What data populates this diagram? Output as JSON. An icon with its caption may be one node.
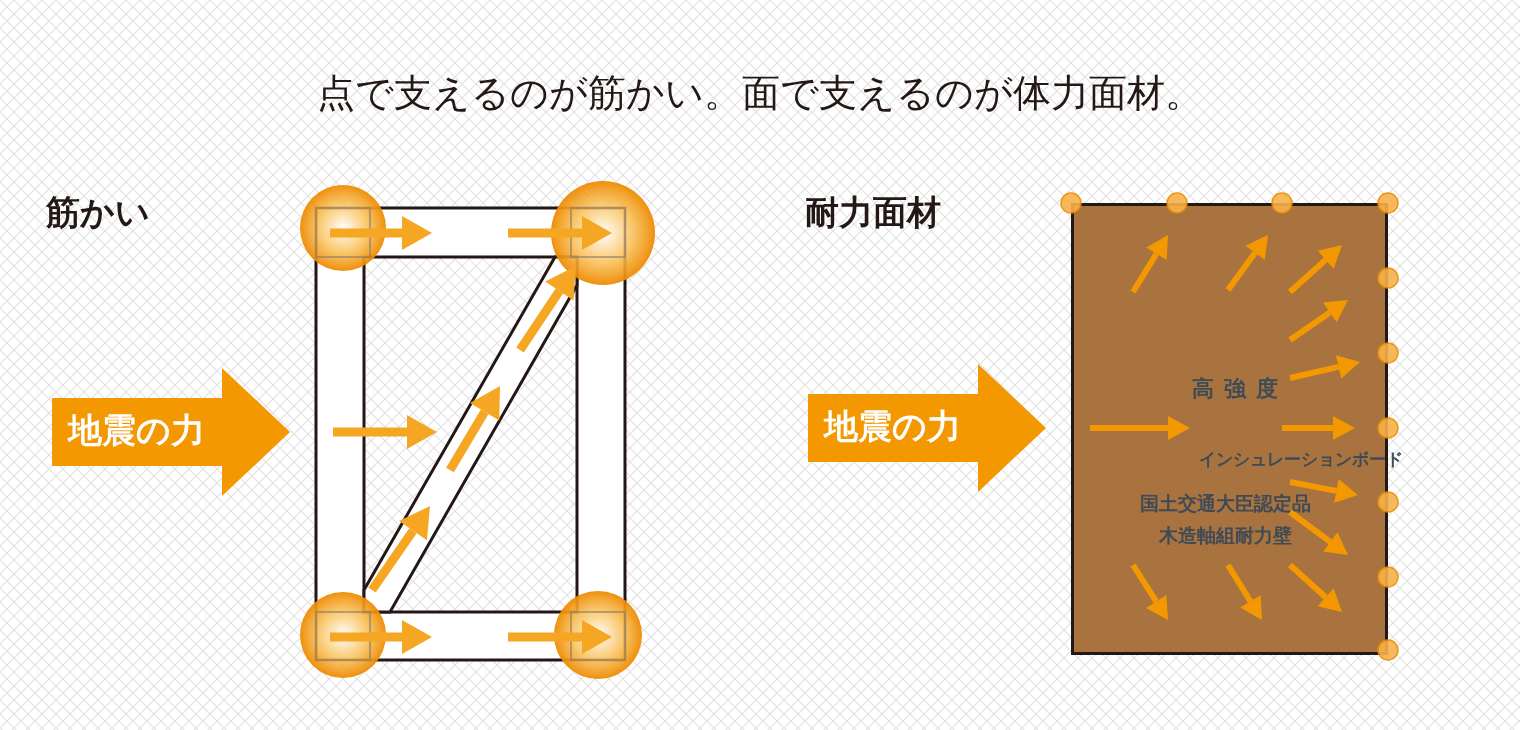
{
  "diagram": {
    "title": "点で支えるのが筋かい。面で支えるのが体力面材。",
    "nodes": [
      {
        "text": [
          "地震の力"
        ]
      },
      {
        "text": [
          "地震の力"
        ]
      },
      {
        "text": [
          "高強度",
          "インシュレーションボード",
          "国土交通大臣認定品",
          "木造軸組耐力壁"
        ]
      }
    ],
    "labels": [
      "筋かい",
      "耐力面材"
    ]
  }
}
